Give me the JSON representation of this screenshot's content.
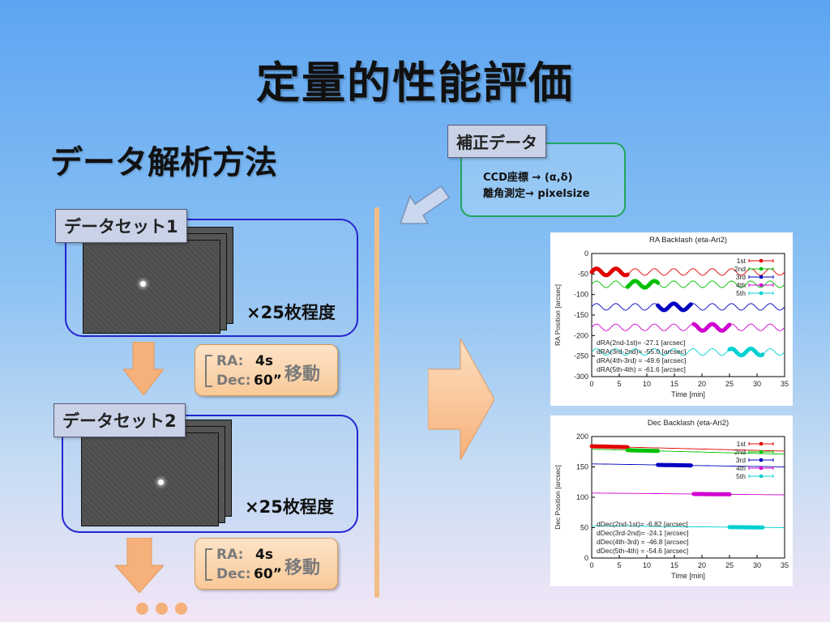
{
  "slide": {
    "title": "定量的性能評価",
    "subtitle": "データ解析方法"
  },
  "sets": [
    {
      "label": "データセット1",
      "count": "×25枚程度"
    },
    {
      "label": "データセット2",
      "count": "×25枚程度"
    }
  ],
  "moves": [
    {
      "ra_key": "RA:",
      "ra_val": "4s",
      "dec_key": "Dec:",
      "dec_val": "60”",
      "label": "移動"
    },
    {
      "ra_key": "RA:",
      "ra_val": "4s",
      "dec_key": "Dec:",
      "dec_val": "60”",
      "label": "移動"
    }
  ],
  "correction": {
    "label": "補正データ",
    "line1": "CCD座標 → (α,δ)",
    "line2": "離角測定→ pixelsize"
  },
  "colors": {
    "accent_blue": "#2525d0",
    "accent_green": "#22a65a",
    "arrow_orange": "#f6b07a"
  },
  "chart_data": [
    {
      "type": "line",
      "title": "RA Backlash (eta-Ari2)",
      "xlabel": "Time [min]",
      "ylabel": "RA Position [arcsec]",
      "xlim": [
        0,
        35
      ],
      "ylim": [
        -300,
        0
      ],
      "xticks": [
        0,
        5,
        10,
        15,
        20,
        25,
        30,
        35
      ],
      "yticks": [
        0,
        -50,
        -100,
        -150,
        -200,
        -250,
        -300
      ],
      "legend_position": "top-right",
      "series": [
        {
          "name": "1st",
          "color": "#e00000",
          "baseline": -45,
          "amp": 8,
          "period": 3.5,
          "highlight": [
            0,
            6.5
          ]
        },
        {
          "name": "2nd",
          "color": "#00c000",
          "baseline": -75,
          "amp": 8,
          "period": 3.5,
          "highlight": [
            6.5,
            12
          ]
        },
        {
          "name": "3rd",
          "color": "#0000c0",
          "baseline": -130,
          "amp": 8,
          "period": 3.5,
          "highlight": [
            12,
            18
          ]
        },
        {
          "name": "4th",
          "color": "#d000d0",
          "baseline": -180,
          "amp": 8,
          "period": 3.5,
          "highlight": [
            18.5,
            25
          ]
        },
        {
          "name": "5th",
          "color": "#00d0d0",
          "baseline": -240,
          "amp": 8,
          "period": 3.5,
          "highlight": [
            25,
            31
          ]
        }
      ],
      "annotations": [
        "dRA(2nd-1st)= -27.1 [arcsec]",
        "dRA(3rd-2nd)= -55.0 [arcsec]",
        "dRA(4th-3rd) = -49.6 [arcsec]",
        "dRA(5th-4th) = -61.6 [arcsec]"
      ]
    },
    {
      "type": "line",
      "title": "Dec Backlash (eta-Ari2)",
      "xlabel": "Time [min]",
      "ylabel": "Dec Position [arcsec]",
      "xlim": [
        0,
        35
      ],
      "ylim": [
        0,
        200
      ],
      "xticks": [
        0,
        5,
        10,
        15,
        20,
        25,
        30,
        35
      ],
      "yticks": [
        0,
        50,
        100,
        150,
        200
      ],
      "legend_position": "top-right",
      "series": [
        {
          "name": "1st",
          "color": "#e00000",
          "start": 184,
          "end": 176,
          "highlight": [
            0,
            6.5
          ]
        },
        {
          "name": "2nd",
          "color": "#00c000",
          "start": 179,
          "end": 171,
          "highlight": [
            6.5,
            12
          ]
        },
        {
          "name": "3rd",
          "color": "#0000c0",
          "start": 155,
          "end": 150,
          "highlight": [
            12,
            18
          ]
        },
        {
          "name": "4th",
          "color": "#d000d0",
          "start": 107,
          "end": 104,
          "highlight": [
            18.5,
            25
          ]
        },
        {
          "name": "5th",
          "color": "#00d0d0",
          "start": 53,
          "end": 50,
          "highlight": [
            25,
            31
          ]
        }
      ],
      "annotations": [
        "dDec(2nd-1st)= -6.82 [arcsec]",
        "dDec(3rd-2nd)= -24.1 [arcsec]",
        "dDec(4th-3rd) = -46.8 [arcsec]",
        "dDec(5th-4th) = -54.6 [arcsec]"
      ]
    }
  ]
}
